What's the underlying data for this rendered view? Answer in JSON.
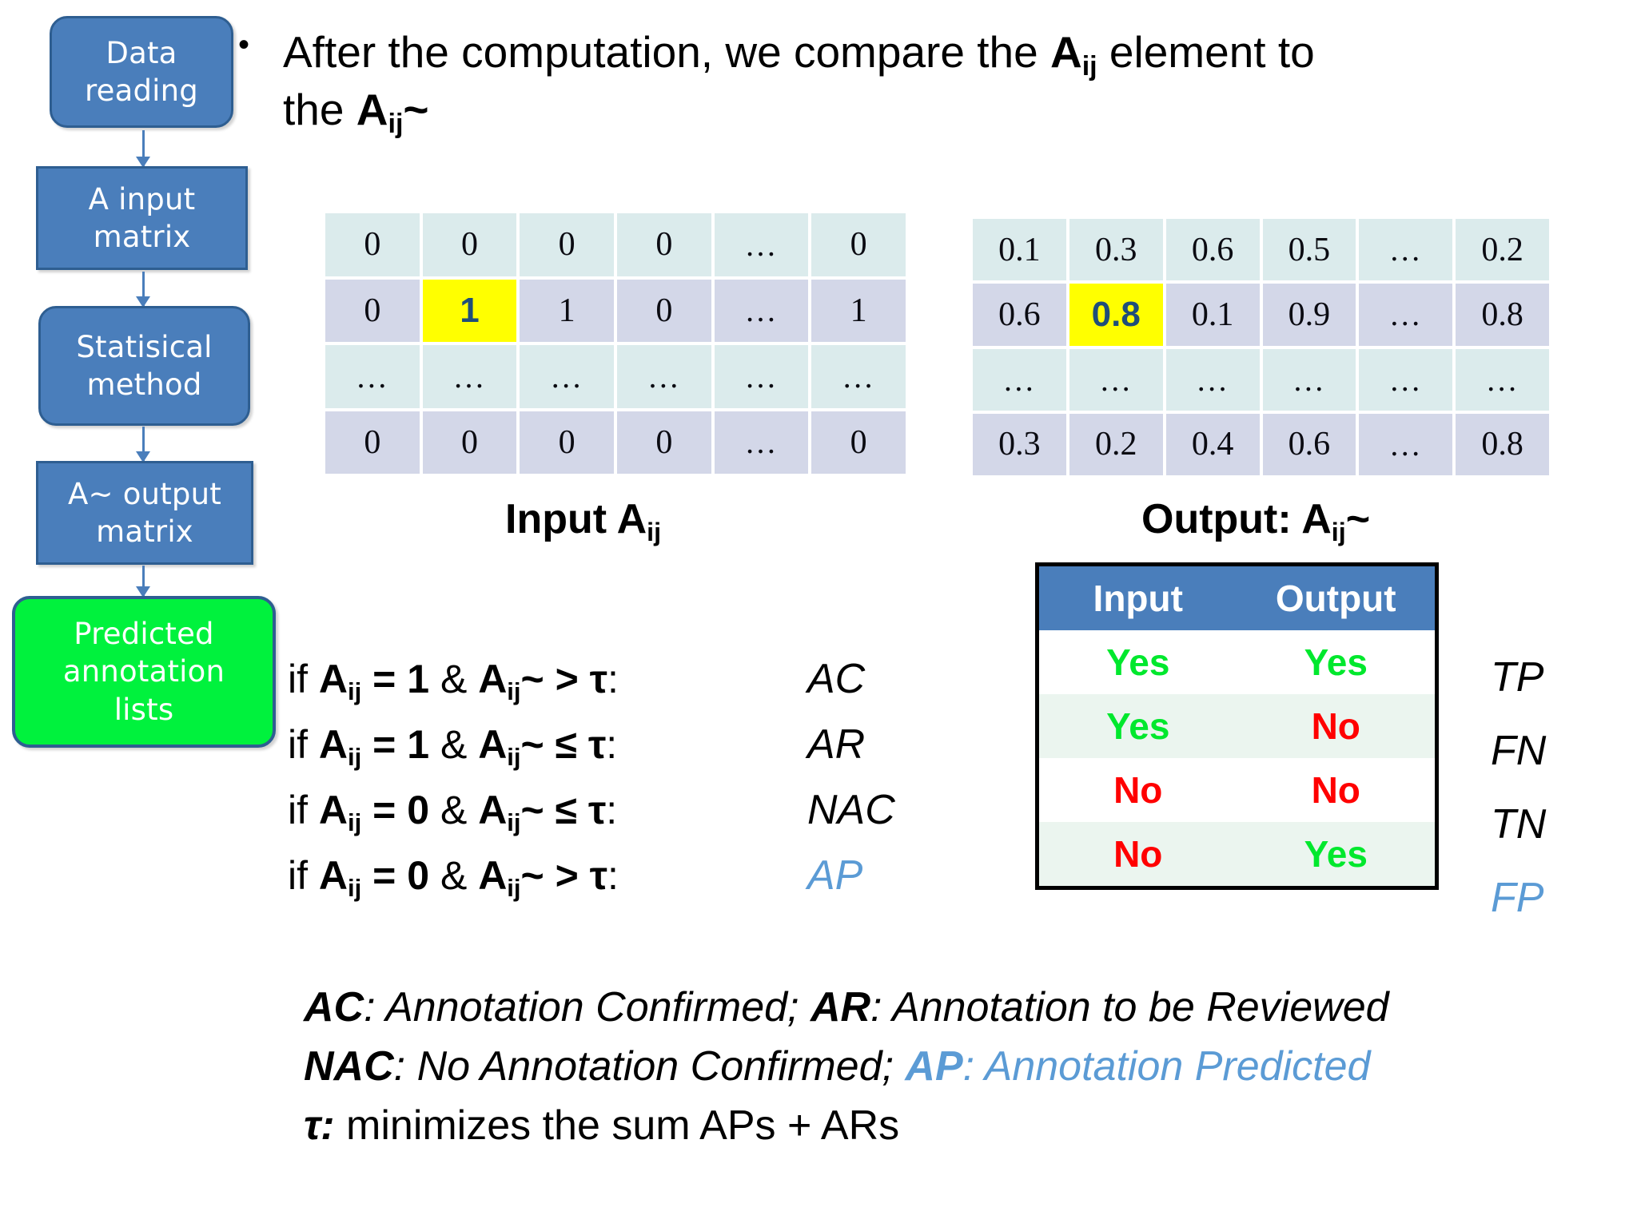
{
  "slide": {
    "bullet": {
      "marker": "•",
      "line1_pre": "After the computation, we compare the ",
      "line1_sym": "A",
      "line1_sub": "ij",
      "line1_post": " element to",
      "line2_pre": "the ",
      "line2_sym": "A",
      "line2_sub": "ij",
      "line2_post": "~"
    }
  },
  "flowchart": {
    "nodes": [
      {
        "label": "Data\nreading",
        "shape": "rounded",
        "color": "#4A7EBB"
      },
      {
        "label": "A input\nmatrix",
        "shape": "rect",
        "color": "#4A7EBB"
      },
      {
        "label": "Statisical\nmethod",
        "shape": "rounded",
        "color": "#4A7EBB"
      },
      {
        "label": "A~ output\nmatrix",
        "shape": "rect",
        "color": "#4A7EBB"
      },
      {
        "label": "Predicted\nannotation\nlists",
        "shape": "rounded",
        "color": "#00F23D"
      }
    ]
  },
  "matrices": {
    "input": {
      "caption_pre": "Input A",
      "caption_sub": "ij",
      "caption_post": "",
      "rows": [
        [
          "0",
          "0",
          "0",
          "0",
          "…",
          "0"
        ],
        [
          "0",
          "1",
          "1",
          "0",
          "…",
          "1"
        ],
        [
          "…",
          "…",
          "…",
          "…",
          "…",
          "…"
        ],
        [
          "0",
          "0",
          "0",
          "0",
          "…",
          "0"
        ]
      ],
      "highlight": {
        "row": 1,
        "col": 1
      },
      "highlight_color": "#FFFF00"
    },
    "output": {
      "caption_pre": "Output: A",
      "caption_sub": "ij",
      "caption_post": "~",
      "rows": [
        [
          "0.1",
          "0.3",
          "0.6",
          "0.5",
          "…",
          "0.2"
        ],
        [
          "0.6",
          "0.8",
          "0.1",
          "0.9",
          "…",
          "0.8"
        ],
        [
          "…",
          "…",
          "…",
          "…",
          "…",
          "…"
        ],
        [
          "0.3",
          "0.2",
          "0.4",
          "0.6",
          "…",
          "0.8"
        ]
      ],
      "highlight": {
        "row": 1,
        "col": 1
      },
      "highlight_color": "#FFFF00"
    }
  },
  "conditions": [
    {
      "prefix": "if ",
      "a": "A",
      "sub": "ij",
      "eq": " = ",
      "val": "1",
      "amp": " & ",
      "a2": "A",
      "sub2": "ij",
      "tilde": "~",
      "op": " > ",
      "tau": "τ",
      "colon": ":",
      "label": "AC",
      "blue": false
    },
    {
      "prefix": "if ",
      "a": "A",
      "sub": "ij",
      "eq": " = ",
      "val": "1",
      "amp": " & ",
      "a2": "A",
      "sub2": "ij",
      "tilde": "~",
      "op": " ≤ ",
      "tau": "τ",
      "colon": ":",
      "label": "AR",
      "blue": false
    },
    {
      "prefix": "if ",
      "a": "A",
      "sub": "ij",
      "eq": " = ",
      "val": "0",
      "amp": " & ",
      "a2": "A",
      "sub2": "ij",
      "tilde": "~",
      "op": " ≤ ",
      "tau": "τ",
      "colon": ":",
      "label": "NAC",
      "blue": false
    },
    {
      "prefix": "if ",
      "a": "A",
      "sub": "ij",
      "eq": " = ",
      "val": "0",
      "amp": " & ",
      "a2": "A",
      "sub2": "ij",
      "tilde": "~",
      "op": " > ",
      "tau": "τ",
      "colon": ":",
      "label": "AP",
      "blue": true
    }
  ],
  "truth_table": {
    "headers": [
      "Input",
      "Output"
    ],
    "rows": [
      {
        "input": "Yes",
        "output": "Yes",
        "side": "TP",
        "side_blue": false
      },
      {
        "input": "Yes",
        "output": "No",
        "side": "FN",
        "side_blue": false
      },
      {
        "input": "No",
        "output": "No",
        "side": "TN",
        "side_blue": false
      },
      {
        "input": "No",
        "output": "Yes",
        "side": "FP",
        "side_blue": true
      }
    ],
    "colors": {
      "header_bg": "#4A7EBB",
      "yes": "#00E82D",
      "no": "#FF0000",
      "blue": "#5B9BD5"
    }
  },
  "legend": {
    "line1_a_key": "AC",
    "line1_a_text": ": Annotation Confirmed;  ",
    "line1_b_key": "AR",
    "line1_b_text": ": Annotation to be Reviewed",
    "line2_a_key": "NAC",
    "line2_a_text": ": No Annotation Confirmed; ",
    "line2_b_key": "AP",
    "line2_b_text": ": Annotation Predicted",
    "line3_key": "τ:",
    "line3_text": " minimizes the sum APs + ARs"
  }
}
